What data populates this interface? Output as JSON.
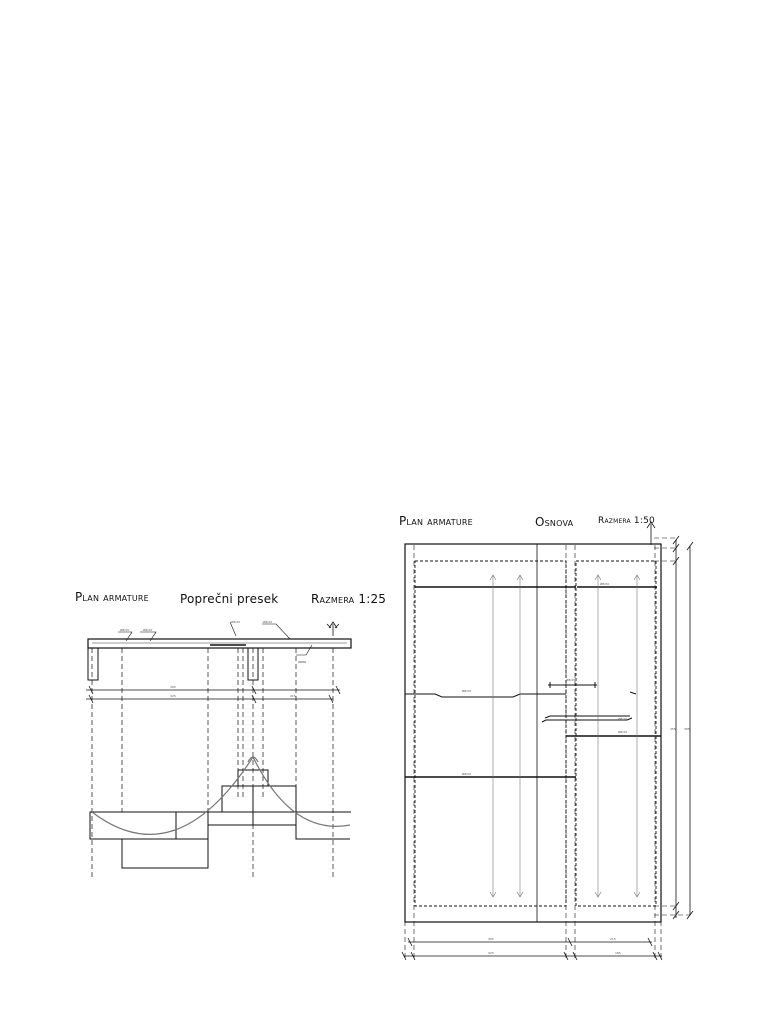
{
  "left_sheet": {
    "title": "Plan armature",
    "subtitle": "Poprečni presek",
    "scale": "Razmera 1:25"
  },
  "right_sheet": {
    "title": "Plan armature",
    "subtitle": "Osnova",
    "scale": "Razmera 1:50"
  },
  "colors": {
    "line": "#111111",
    "dim": "#444444",
    "rebar": "#777777"
  },
  "icons": [
    "north-arrow-icon"
  ]
}
